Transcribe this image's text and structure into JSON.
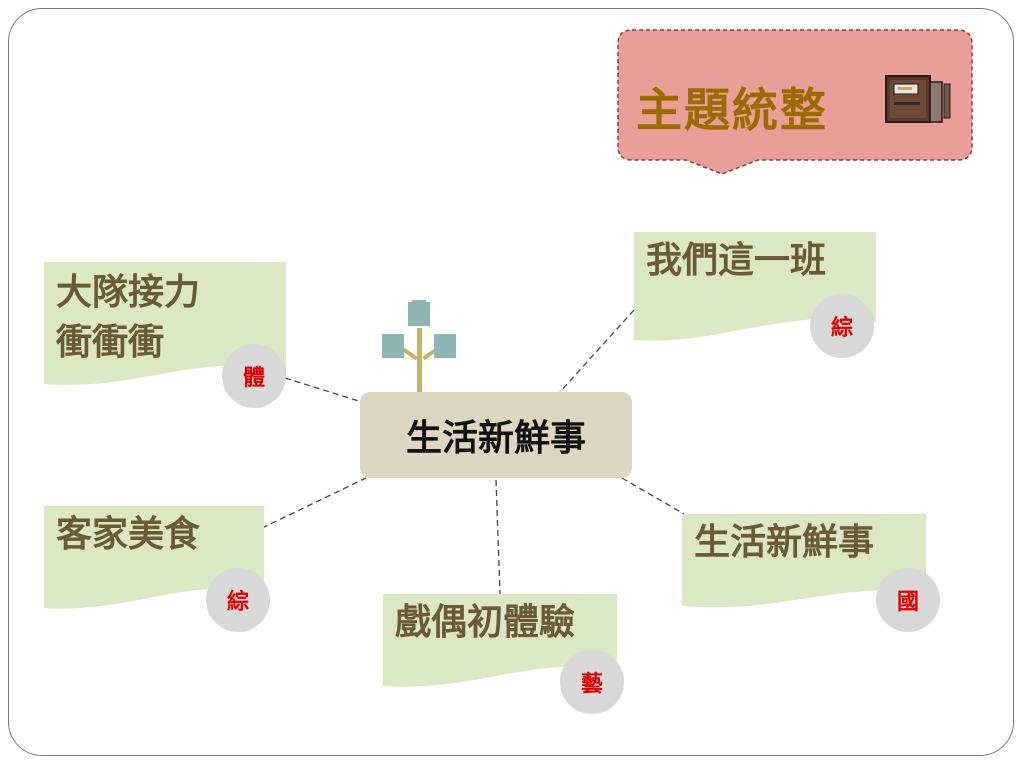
{
  "title": "主題統整",
  "center": "生活新鮮事",
  "topics": [
    {
      "label_line1": "大隊接力",
      "label_line2": "衝衝衝",
      "subject": "體"
    },
    {
      "label_line1": "我們這一班",
      "subject": "綜"
    },
    {
      "label_line1": "客家美食",
      "subject": "綜"
    },
    {
      "label_line1": "戲偶初體驗",
      "subject": "藝"
    },
    {
      "label_line1": "生活新鮮事",
      "subject": "國"
    }
  ],
  "colors": {
    "callout_fill": "#e99f97",
    "callout_border": "#8a3a3a",
    "title_text": "#9c6a00",
    "note_fill": "#dbe8c3",
    "center_fill": "#ddd6c1",
    "badge_fill": "#d9d8d8",
    "badge_text": "#e00000",
    "tree_leaf": "#8fb5b3",
    "tree_stem": "#c5b06a"
  },
  "icons": [
    "book-icon",
    "tree-icon"
  ]
}
